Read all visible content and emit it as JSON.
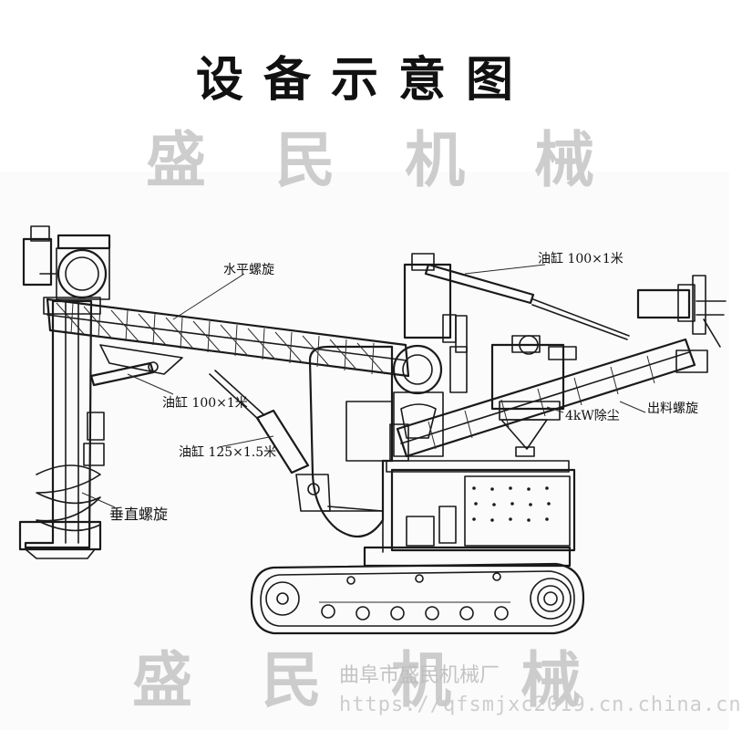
{
  "title": "设备示意图",
  "watermark": {
    "brand": "盛民机械",
    "company": "曲阜市盛民机械厂",
    "url": "https://qfsmjxc2019.cn.china.cn"
  },
  "labels": {
    "horizontal_screw": "水平螺旋",
    "cylinder_top": "油缸 100×1米",
    "cylinder_left": "油缸 100×1米",
    "cylinder_mid": "油缸 125×1.5米",
    "vertical_screw": "垂直螺旋",
    "dust_removal": "4kW除尘",
    "discharge_screw": "出料螺旋"
  },
  "colors": {
    "ink": "#1a1a1a",
    "watermark": "#c8c8c8",
    "paper": "#fbfbfb"
  }
}
